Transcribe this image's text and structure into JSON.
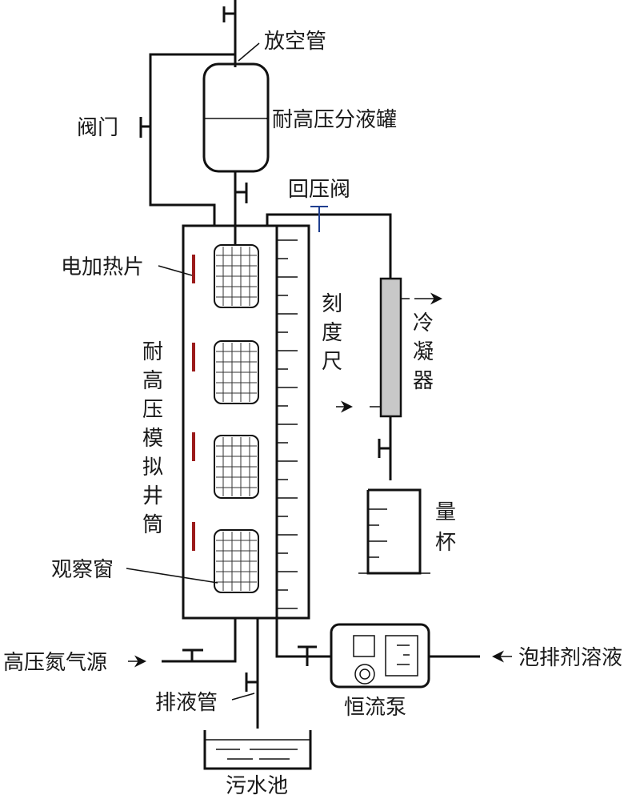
{
  "labels": {
    "vent_pipe": "放空管",
    "separator_tank": "耐高压分液罐",
    "valve": "阀门",
    "back_pressure_valve": "回压阀",
    "heater": "电加热片",
    "scale": [
      "刻",
      "度",
      "尺"
    ],
    "condenser": [
      "冷",
      "凝",
      "器"
    ],
    "wellbore": [
      "耐",
      "高",
      "压",
      "模",
      "拟",
      "井",
      "筒"
    ],
    "measuring_cup": [
      "量",
      "杯"
    ],
    "observation_window": "观察窗",
    "nitrogen_source": "高压氮气源",
    "foaming_agent": "泡排剂溶液",
    "drain_pipe": "排液管",
    "pump": "恒流泵",
    "sewage_tank": "污水池"
  },
  "colors": {
    "line": "#111111",
    "heater_strip": "#9b1b1b",
    "condenser_fill": "#c8c8c8",
    "back_pressure_valve": "#1f3f8f"
  }
}
